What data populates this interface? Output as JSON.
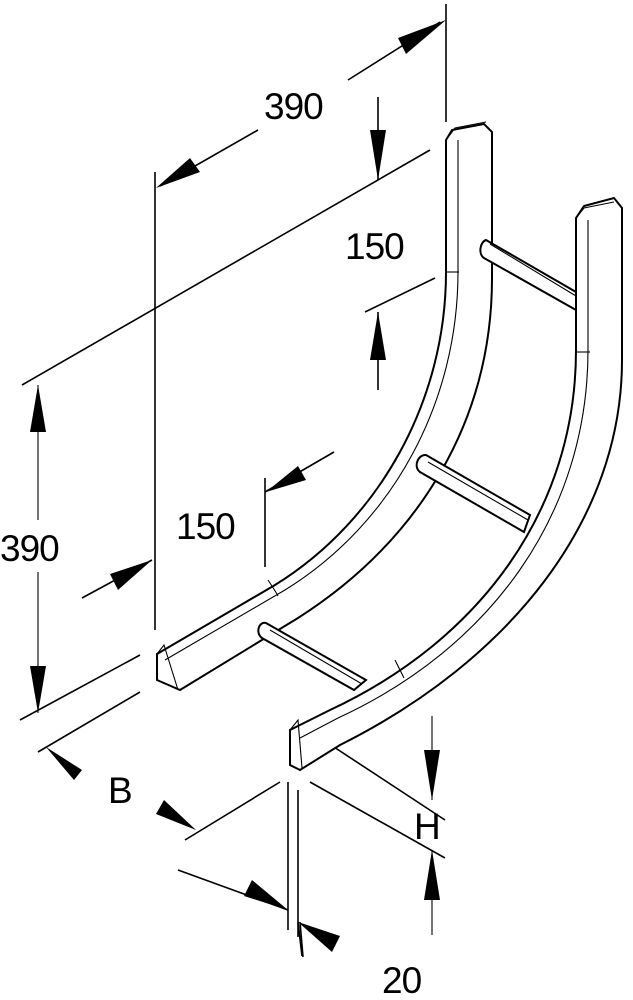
{
  "drawing": {
    "subject": "cable ladder vertical bend (inside, 90°)",
    "stroke_color": "#000000",
    "background_color": "#ffffff",
    "dimensions": {
      "top_length": "390",
      "upper_straight": "150",
      "left_height": "390",
      "lower_straight": "150",
      "width": "B",
      "height": "H",
      "rail_thickness": "20"
    }
  }
}
